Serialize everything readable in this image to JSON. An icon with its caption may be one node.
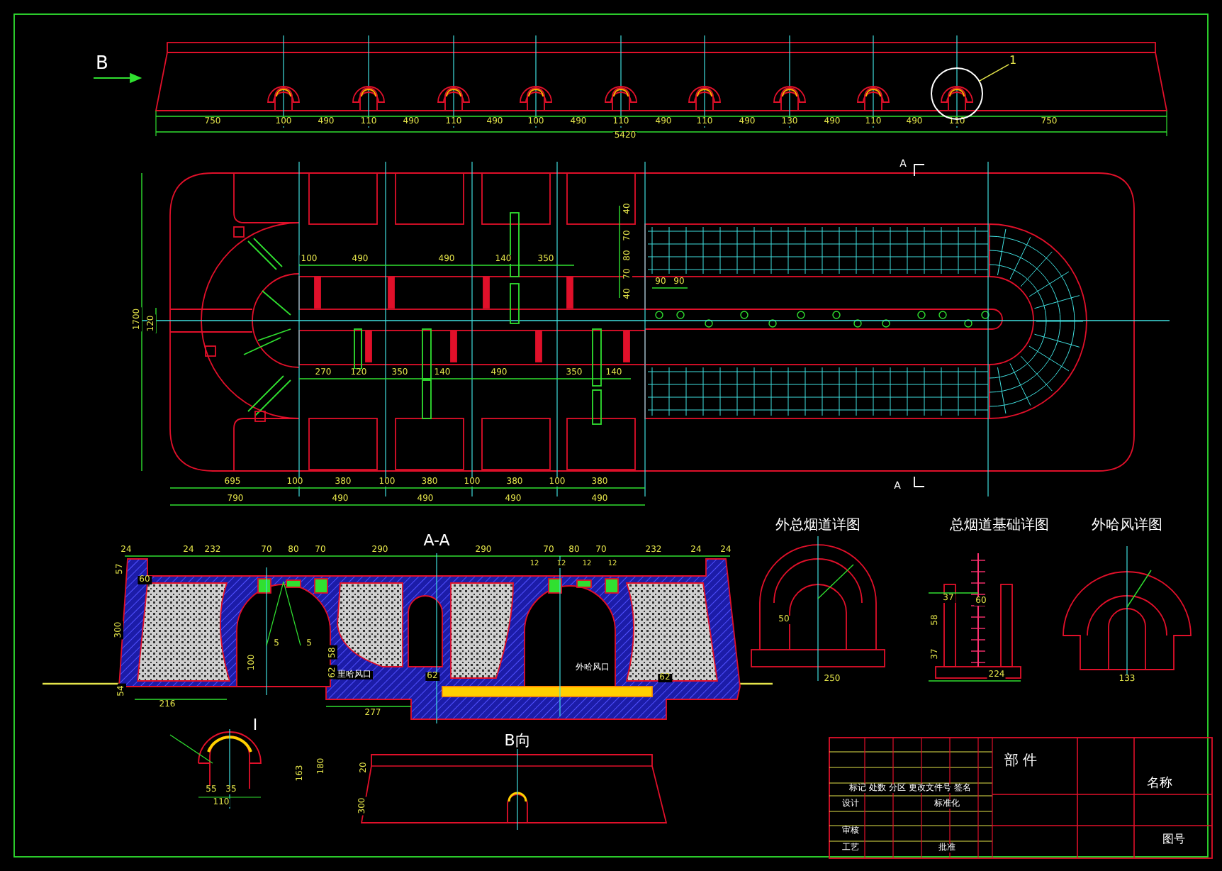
{
  "diagram": {
    "nodes": [
      {
        "text": [
          "1"
        ]
      },
      {
        "text": [],
        "shape": "circle"
      }
    ],
    "edges": [
      {
        "from": 0,
        "to": 1,
        "arrow": "none"
      }
    ],
    "labels": [
      "B",
      "750",
      "100",
      "490",
      "110",
      "490",
      "110",
      "490",
      "100",
      "490",
      "110",
      "490",
      "110",
      "490",
      "130",
      "490",
      "110",
      "490",
      "110",
      "750",
      "5420",
      "A",
      "1700",
      "120",
      "100",
      "490",
      "490",
      "140",
      "350",
      "40",
      "70",
      "80",
      "70",
      "40",
      "90",
      "90",
      "270",
      "120",
      "350",
      "140",
      "490",
      "350",
      "140",
      "695",
      "100",
      "380",
      "100",
      "380",
      "100",
      "380",
      "100",
      "380",
      "790",
      "490",
      "490",
      "490",
      "490",
      "A",
      "A-A",
      "24",
      "24",
      "232",
      "70",
      "80",
      "70",
      "290",
      "290",
      "70",
      "80",
      "70",
      "232",
      "24",
      "24",
      "12",
      "12",
      "12",
      "12",
      "57",
      "60",
      "300",
      "5",
      "5",
      "100",
      "58",
      "62",
      "里哈风口",
      "外哈风口",
      "62",
      "62",
      "54",
      "216",
      "277",
      "外总烟道详图",
      "总烟道基础详图",
      "外哈风详图",
      "50",
      "250",
      "37",
      "60",
      "58",
      "37",
      "224",
      "133",
      "I",
      "55",
      "35",
      "110",
      "163",
      "180",
      "B向",
      "20",
      "300",
      "部 件",
      "标记 处数 分区 更改文件号 签名",
      "设计",
      "标准化",
      "名称",
      "审核",
      "工艺",
      "批准",
      "图号"
    ]
  }
}
